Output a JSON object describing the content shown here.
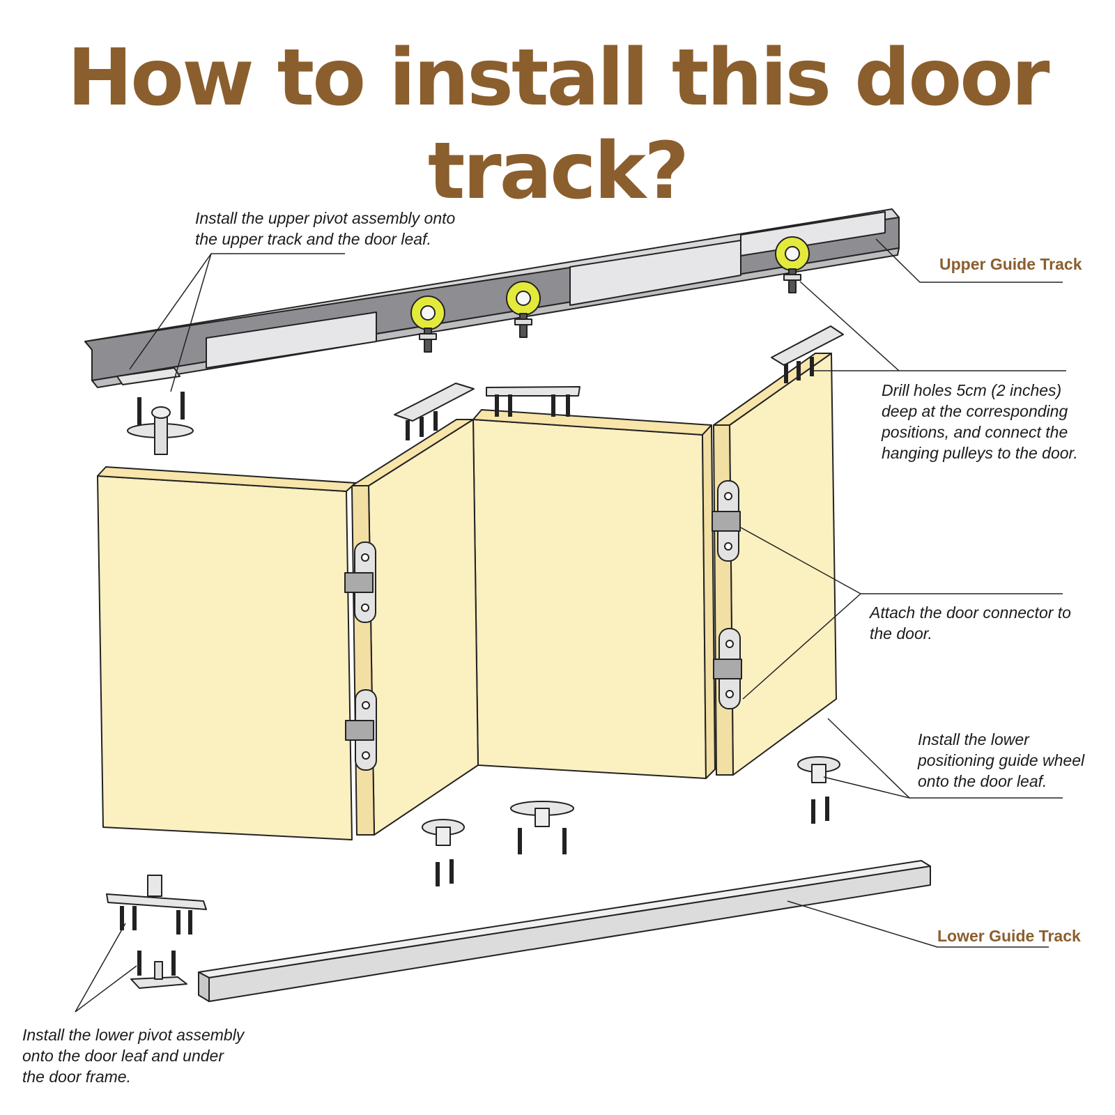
{
  "colors": {
    "title": "#8b5e2e",
    "label": "#8b5e2e",
    "door_face": "#fbf0c0",
    "door_side": "#f7e5aa",
    "track_light": "#d8d8da",
    "track_dark": "#8a8a8e",
    "wheel": "#e4ea3c",
    "outline": "#222222"
  },
  "header": {
    "title": "How to install this door track?"
  },
  "labels": {
    "upper_track": "Upper Guide Track",
    "lower_track": "Lower Guide Track"
  },
  "annotations": {
    "upper_pivot": [
      "Install the upper pivot assembly onto",
      "the upper track and the door leaf."
    ],
    "drill_holes": [
      "Drill holes 5cm (2 inches)",
      "deep at the corresponding",
      "positions, and connect the",
      "hanging pulleys to the door."
    ],
    "connector": [
      "Attach the door connector to",
      "the door."
    ],
    "lower_wheel": [
      "Install the lower",
      "positioning guide wheel",
      "onto the door leaf."
    ],
    "lower_pivot": [
      "Install the lower pivot assembly",
      "onto the door leaf and under",
      "the door frame."
    ]
  },
  "icons": [
    "upper-track",
    "lower-track",
    "hanging-pulley",
    "upper-pivot",
    "lower-pivot",
    "hinge-connector",
    "guide-wheel",
    "screw",
    "door-panel"
  ]
}
